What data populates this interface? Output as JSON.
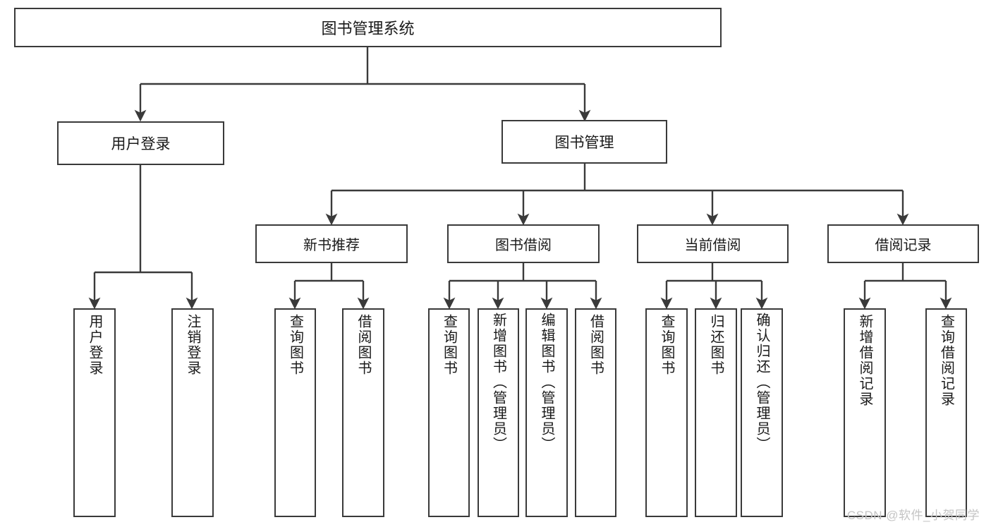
{
  "diagram": {
    "title": "图书管理系统",
    "root": {
      "label": "图书管理系统"
    },
    "level2": [
      {
        "label": "用户登录"
      },
      {
        "label": "图书管理"
      }
    ],
    "level3": [
      {
        "label": "新书推荐"
      },
      {
        "label": "图书借阅"
      },
      {
        "label": "当前借阅"
      },
      {
        "label": "借阅记录"
      }
    ],
    "leaves": {
      "user_login": [
        {
          "label": "用户登录"
        },
        {
          "label": "注销登录"
        }
      ],
      "new_book_recommend": [
        {
          "label": "查询图书"
        },
        {
          "label": "借阅图书"
        }
      ],
      "book_borrow": [
        {
          "label": "查询图书"
        },
        {
          "label": "新增图书（管理员）"
        },
        {
          "label": "编辑图书（管理员）"
        },
        {
          "label": "借阅图书"
        }
      ],
      "current_borrow": [
        {
          "label": "查询图书"
        },
        {
          "label": "归还图书"
        },
        {
          "label": "确认归还（管理员）"
        }
      ],
      "borrow_record": [
        {
          "label": "新增借阅记录"
        },
        {
          "label": "查询借阅记录"
        }
      ]
    }
  },
  "watermark": {
    "text": "CSDN @软件_小贺同学"
  },
  "colors": {
    "stroke": "#3a3a3a",
    "box_fill": "#ffffff",
    "text": "#1a1a1a",
    "watermark": "#c4c4c4"
  }
}
